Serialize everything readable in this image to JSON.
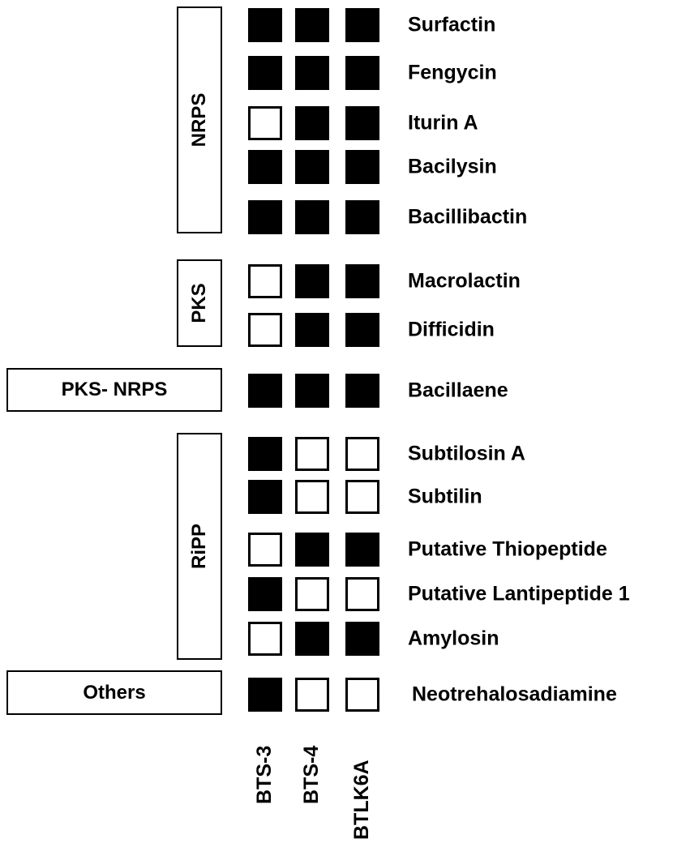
{
  "colors": {
    "present": "#000000",
    "absent": "#ffffff",
    "stroke": "#000000"
  },
  "strains": [
    "BTS-3",
    "BTS-4",
    "BTLK6A"
  ],
  "groups": [
    {
      "name": "NRPS",
      "orientation": "vertical"
    },
    {
      "name": "PKS",
      "orientation": "vertical"
    },
    {
      "name": "PKS- NRPS",
      "orientation": "horizontal"
    },
    {
      "name": "RiPP",
      "orientation": "vertical"
    },
    {
      "name": "Others",
      "orientation": "horizontal"
    }
  ],
  "clusters": [
    {
      "name": "Surfactin",
      "group": "NRPS",
      "presence": [
        1,
        1,
        1
      ]
    },
    {
      "name": "Fengycin",
      "group": "NRPS",
      "presence": [
        1,
        1,
        1
      ]
    },
    {
      "name": "Iturin A",
      "group": "NRPS",
      "presence": [
        0,
        1,
        1
      ]
    },
    {
      "name": "Bacilysin",
      "group": "NRPS",
      "presence": [
        1,
        1,
        1
      ]
    },
    {
      "name": "Bacillibactin",
      "group": "NRPS",
      "presence": [
        1,
        1,
        1
      ]
    },
    {
      "name": "Macrolactin",
      "group": "PKS",
      "presence": [
        0,
        1,
        1
      ]
    },
    {
      "name": "Difficidin",
      "group": "PKS",
      "presence": [
        0,
        1,
        1
      ]
    },
    {
      "name": "Bacillaene",
      "group": "PKS- NRPS",
      "presence": [
        1,
        1,
        1
      ]
    },
    {
      "name": "Subtilosin A",
      "group": "RiPP",
      "presence": [
        1,
        0,
        0
      ]
    },
    {
      "name": "Subtilin",
      "group": "RiPP",
      "presence": [
        1,
        0,
        0
      ]
    },
    {
      "name": "Putative Thiopeptide",
      "group": "RiPP",
      "presence": [
        0,
        1,
        1
      ]
    },
    {
      "name": "Putative Lantipeptide 1",
      "group": "RiPP",
      "presence": [
        1,
        0,
        0
      ]
    },
    {
      "name": "Amylosin",
      "group": "RiPP",
      "presence": [
        0,
        1,
        1
      ]
    },
    {
      "name": "Neotrehalosadiamine",
      "group": "Others",
      "presence": [
        1,
        0,
        0
      ]
    }
  ]
}
